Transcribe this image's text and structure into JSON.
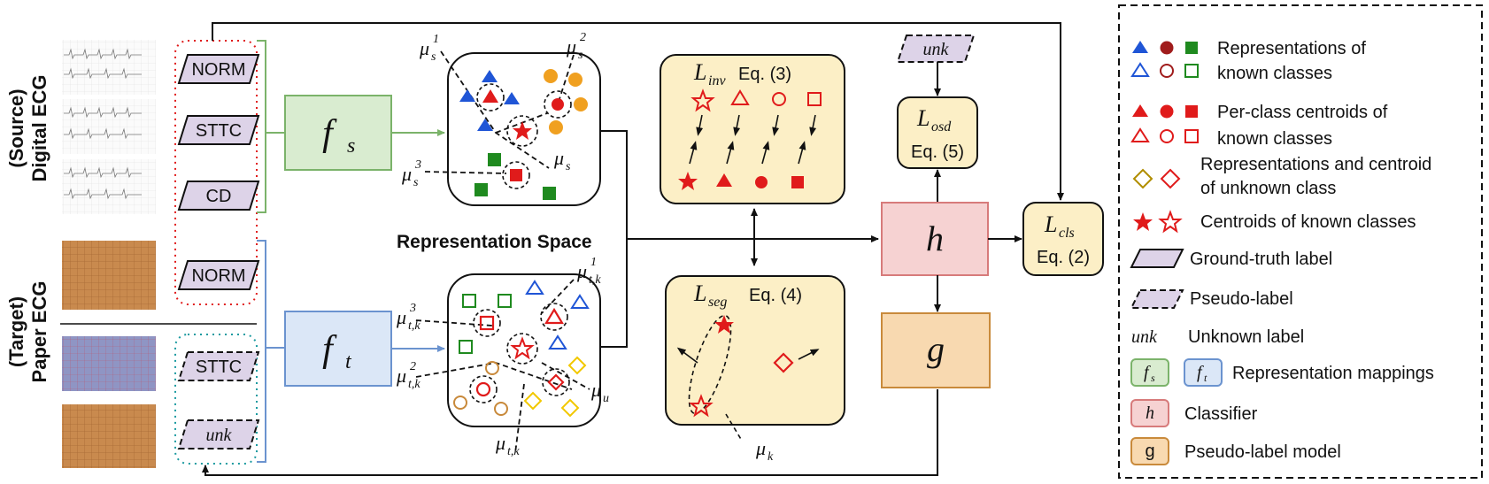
{
  "side_labels": {
    "source_line1": "(Source)",
    "source_line2": "Digital ECG",
    "target_line1": "(Target)",
    "target_line2": "Paper ECG"
  },
  "source_labels": [
    "NORM",
    "STTC",
    "CD"
  ],
  "target_labels": [
    "NORM",
    "STTC"
  ],
  "unk_label": "unk",
  "mappings": {
    "fs_base": "f",
    "fs_sub": "s",
    "ft_base": "f",
    "ft_sub": "t"
  },
  "space": {
    "title": "Representation Space",
    "mu": "μ",
    "s1_sub": "s",
    "s1_sup": "1",
    "s2_sub": "s",
    "s2_sup": "2",
    "s3_sub": "s",
    "s3_sup": "3",
    "ms_sub": "s",
    "t1_sub": "t,k",
    "t1_sup": "1",
    "t2_sub": "t,k",
    "t2_sup": "2",
    "t3_sub": "t,k",
    "t3_sup": "3",
    "mu_sub": "u",
    "mtk_sub": "t,k",
    "mk_sub": "k"
  },
  "losses": {
    "L": "L",
    "inv_sub": "inv",
    "inv_eq": "Eq. (3)",
    "seg_sub": "seg",
    "seg_eq": "Eq. (4)",
    "osd_sub": "osd",
    "osd_eq": "Eq. (5)",
    "cls_sub": "cls",
    "cls_eq": "Eq. (2)"
  },
  "classifier": "h",
  "pseudo_model": "g",
  "legend": {
    "l1a": "Representations of",
    "l1b": "known classes",
    "l2a": "Per-class centroids of",
    "l2b": "known classes",
    "l3a": "Representations and centroid",
    "l3b": "of unknown class",
    "l4": "Centroids of known classes",
    "l5": "Ground-truth label",
    "l6": "Pseudo-label",
    "l7_sym": "unk",
    "l7": "Unknown label",
    "l8_fs": "f",
    "l8_fs_sub": "s",
    "l8_ft": "f",
    "l8_ft_sub": "t",
    "l8": "Representation mappings",
    "l9_sym": "h",
    "l9": "Classifier",
    "l10_sym": "g",
    "l10": "Pseudo-label model"
  },
  "colors": {
    "blue": "#1f55d6",
    "red": "#e01b1b",
    "darkred": "#a01c1c",
    "green": "#1f8a1f",
    "orange": "#f0a020",
    "olive": "#b08d00",
    "yellow": "#f2c800",
    "brown": "#c8893a",
    "fs_fill": "#d9ecd0",
    "fs_stroke": "#7bb36a",
    "ft_fill": "#dbe7f7",
    "ft_stroke": "#6b93cf",
    "loss_fill": "#fcefc6",
    "h_fill": "#f6d2d2",
    "h_stroke": "#d77b7b",
    "g_fill": "#f8d9b0",
    "g_stroke": "#c98a3b",
    "label_fill": "#ddd3e8"
  }
}
